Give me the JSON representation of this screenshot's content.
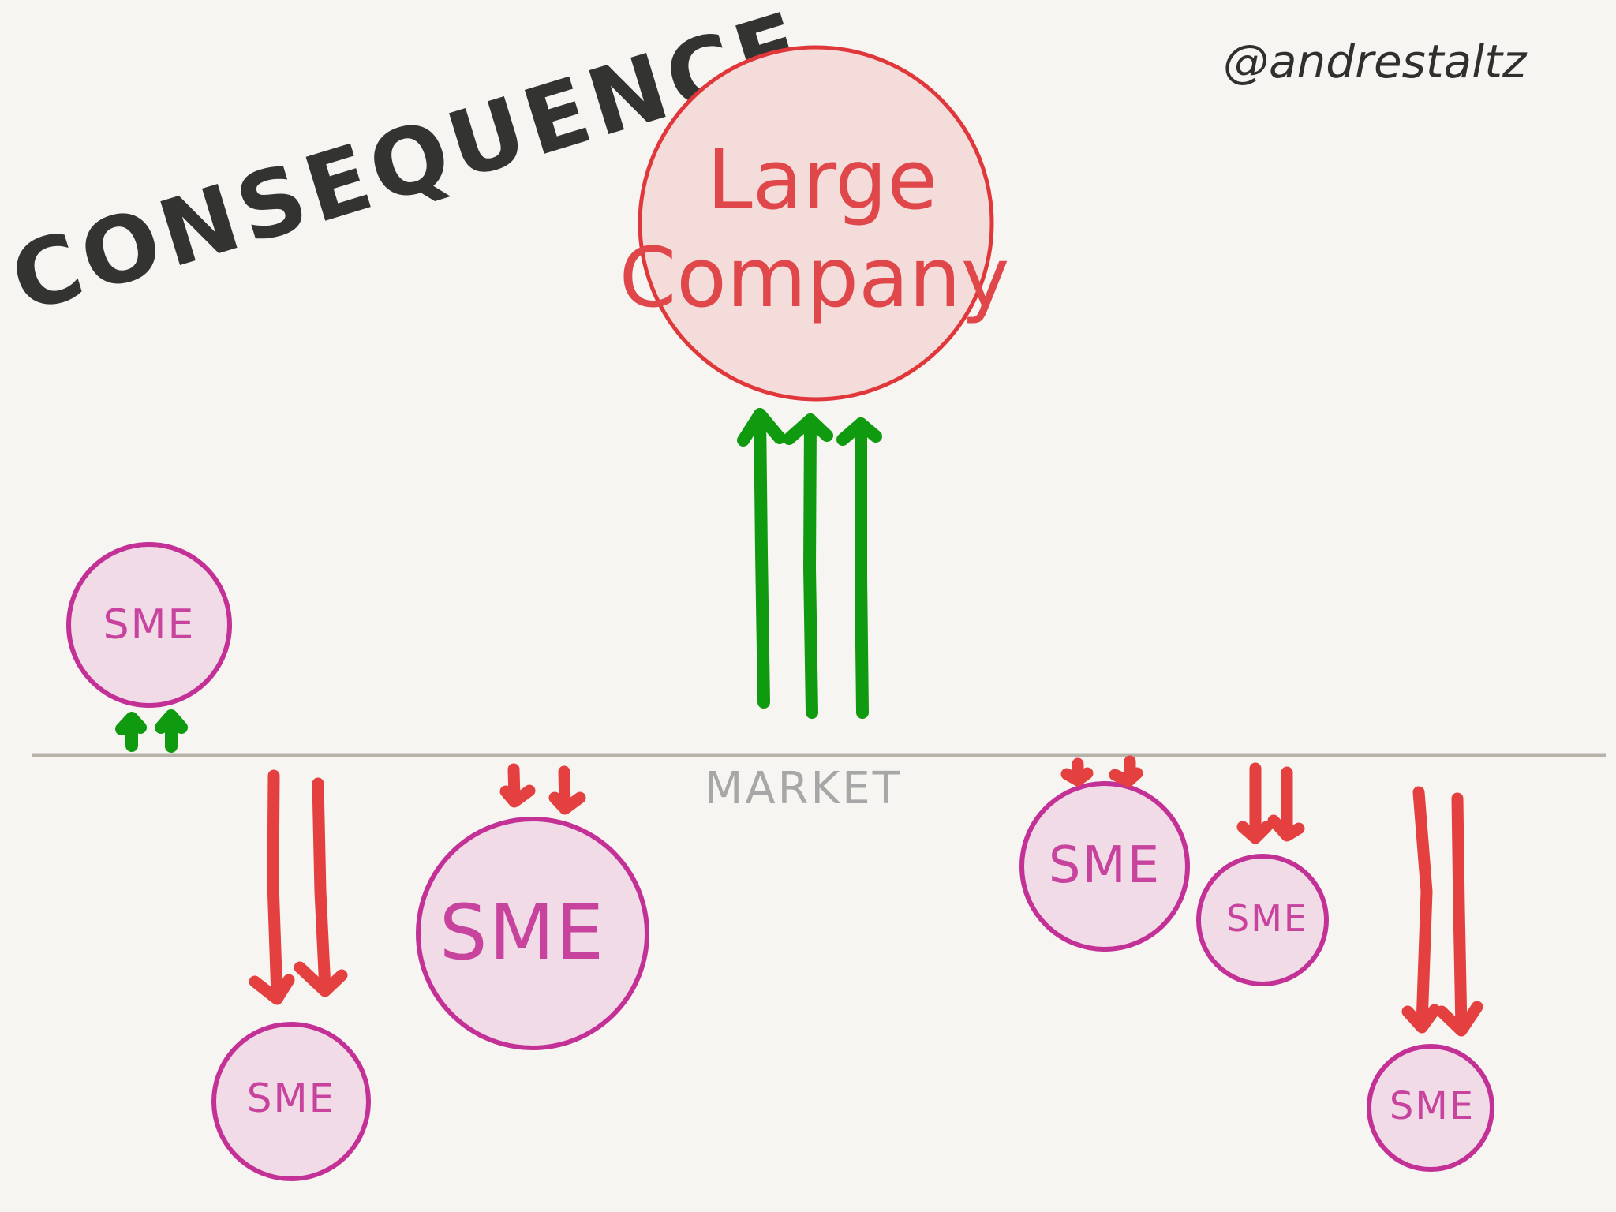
{
  "title": "CONSEQUENCE",
  "credit": "@andrestaltz",
  "market": {
    "label": "MARKET"
  },
  "large_company": {
    "line1": "Large",
    "line2": "Company"
  },
  "smes": [
    {
      "label": "SME",
      "trend": "up"
    },
    {
      "label": "SME",
      "trend": "down"
    },
    {
      "label": "SME",
      "trend": "down"
    },
    {
      "label": "SME",
      "trend": "down"
    },
    {
      "label": "SME",
      "trend": "down"
    },
    {
      "label": "SME",
      "trend": "down"
    }
  ],
  "colors": {
    "growth_arrow": "#109a10",
    "decline_arrow": "#e4403f",
    "large_company": "#e0373b",
    "sme": "#c43196",
    "title": "#333331"
  }
}
